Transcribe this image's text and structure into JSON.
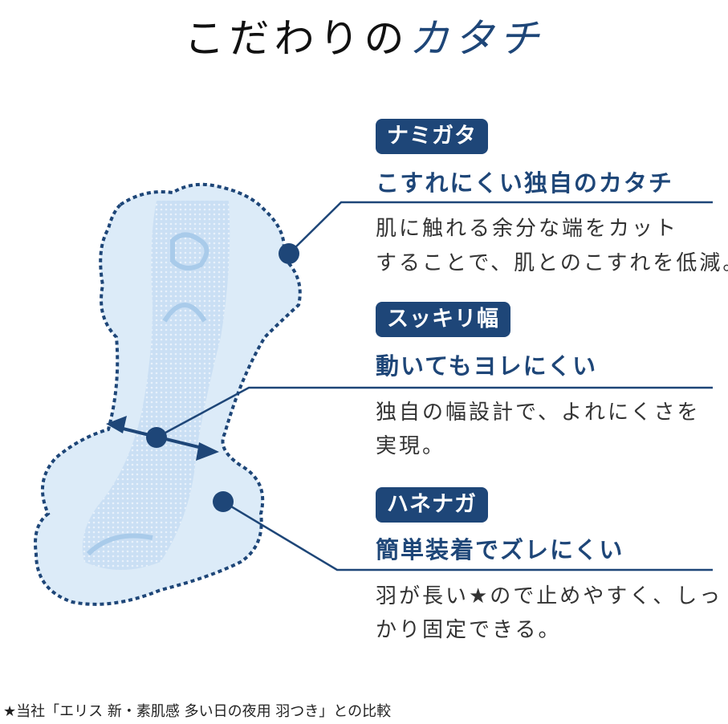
{
  "title": {
    "main": "こだわりの",
    "accent": "カタチ"
  },
  "features": [
    {
      "badge": "ナミガタ",
      "headline": "こすれにくい独自のカタチ",
      "body": [
        "肌に触れる余分な端をカット",
        "することで、肌とのこすれを低減。"
      ]
    },
    {
      "badge": "スッキリ幅",
      "headline": "動いてもヨレにくい",
      "body": [
        "独自の幅設計で、よれにくさを",
        "実現。"
      ]
    },
    {
      "badge": "ハネナガ",
      "headline": "簡単装着でズレにくい",
      "body": [
        "羽が長い★ので止めやすく、しっ",
        "かり固定できる。"
      ]
    }
  ],
  "footnote": "★当社「エリス 新・素肌感 多い日の夜用 羽つき」との比較",
  "colors": {
    "accent": "#1e4678",
    "pad_fill": "#dcebf8",
    "pad_core": "#c2dcf2"
  }
}
